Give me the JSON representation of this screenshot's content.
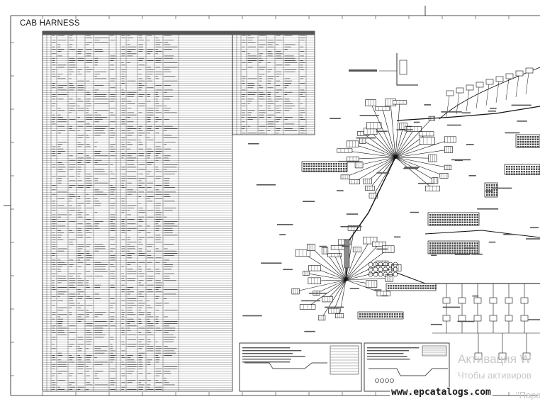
{
  "document": {
    "title": "CAB HARNESS",
    "watermark_line1": "Активация W",
    "watermark_line2": "Чтобы активиров",
    "watermark_line2b": "\"Парамет",
    "site_url": "www.epcatalogs.com"
  },
  "colors": {
    "ink": "#111111",
    "watermark": "#c8c8c8",
    "background": "#ffffff"
  }
}
